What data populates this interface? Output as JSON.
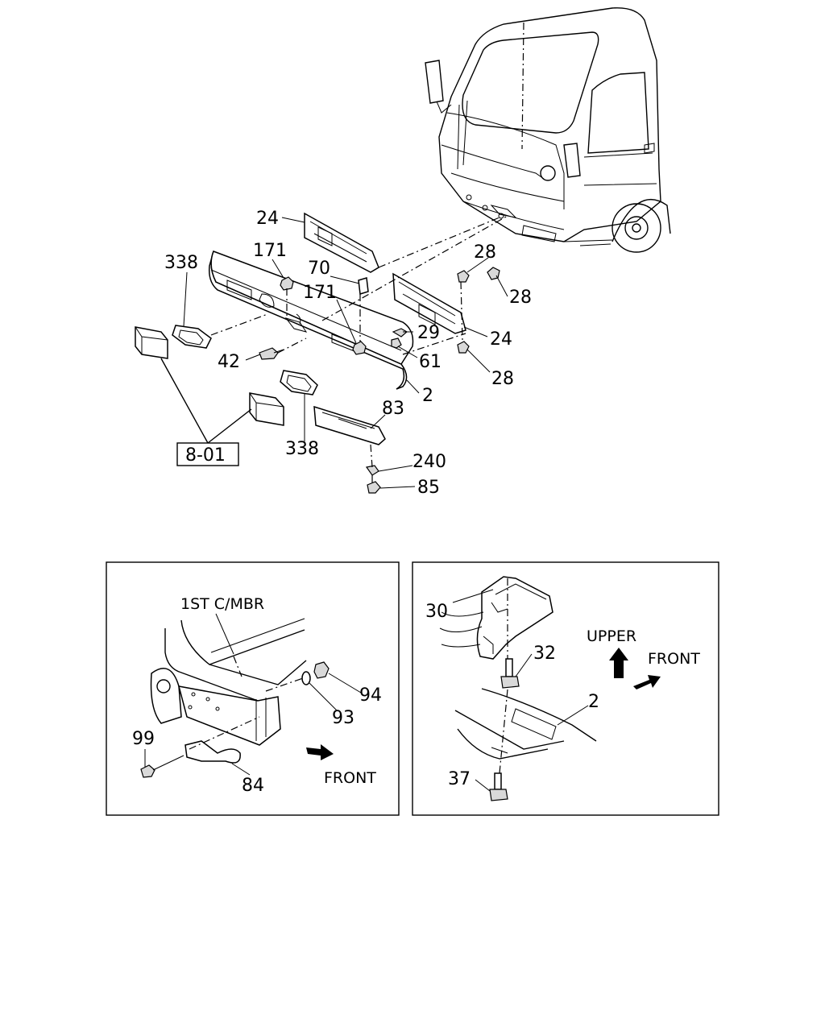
{
  "main_diagram": {
    "callouts": {
      "c24_top": "24",
      "c338_left": "338",
      "c171_upper": "171",
      "c70": "70",
      "c171_lower": "171",
      "c28_upper": "28",
      "c28_right": "28",
      "c29": "29",
      "c24_right": "24",
      "c61": "61",
      "c42": "42",
      "c28_lower": "28",
      "c2": "2",
      "c83": "83",
      "c338_bottom": "338",
      "c240": "240",
      "c85": "85"
    },
    "reference_box": "8-01"
  },
  "detail_left": {
    "member_label": "1ST C/MBR",
    "callouts": {
      "c94": "94",
      "c93": "93",
      "c99": "99",
      "c84": "84"
    },
    "direction_label": "FRONT"
  },
  "detail_right": {
    "callouts": {
      "c30": "30",
      "c32": "32",
      "c2": "2",
      "c37": "37"
    },
    "upper_label": "UPPER",
    "front_label": "FRONT"
  }
}
